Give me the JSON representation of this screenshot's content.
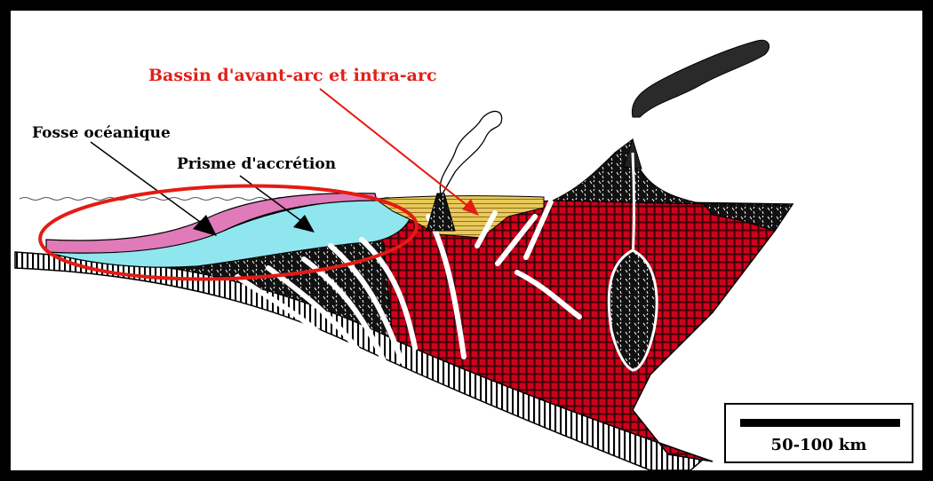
{
  "labels": {
    "bassin": "Bassin d'avant-arc et intra-arc",
    "fosse": "Fosse océanique",
    "prisme": "Prisme d'accrétion"
  },
  "scale": {
    "text": "50-100 km"
  },
  "colors": {
    "frame": "#000000",
    "background": "#ffffff",
    "crust_red": "#d0001c",
    "prism_cyan": "#8fe6ee",
    "sediment_pink": "#e07ab8",
    "basin_yellow": "#e8c95a",
    "highlight_ellipse": "#e41b14",
    "label_red": "#e0201a"
  }
}
